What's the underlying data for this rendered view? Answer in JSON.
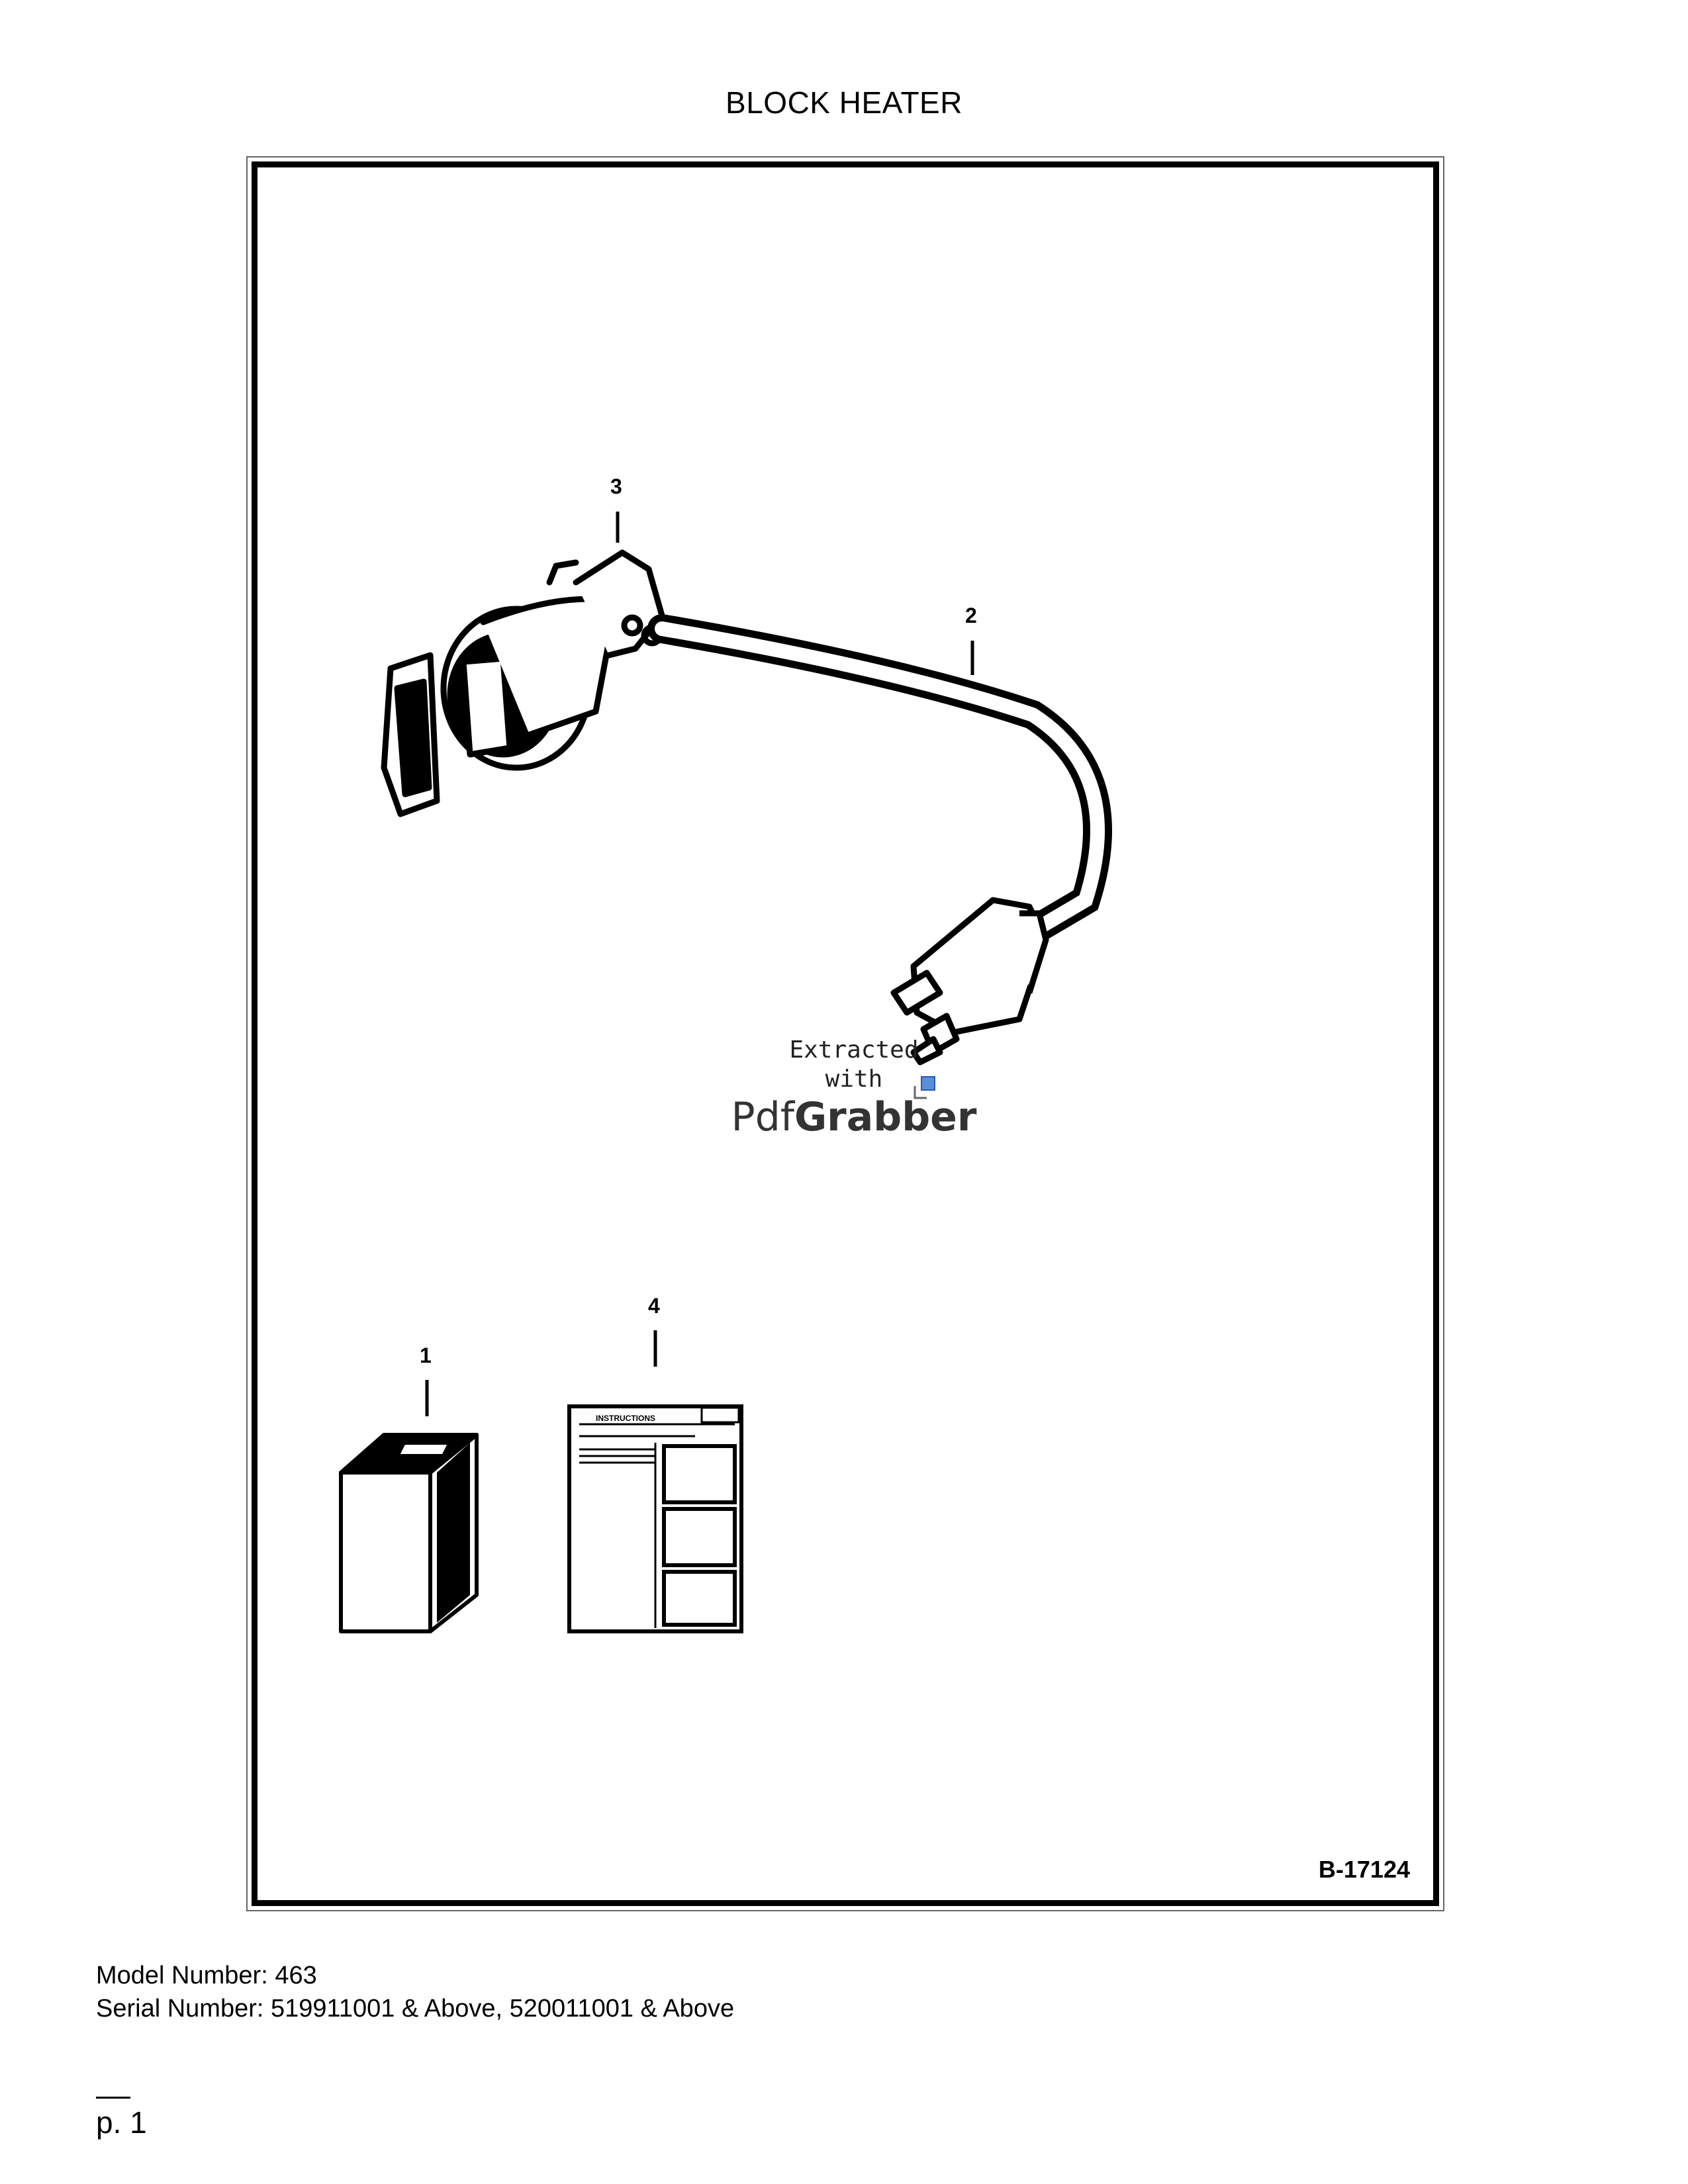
{
  "page": {
    "title": "BLOCK HEATER",
    "figure_code": "B-17124",
    "callouts": [
      "1",
      "2",
      "3",
      "4"
    ],
    "sheet_title": "INSTRUCTIONS"
  },
  "watermark": {
    "line1": "Extracted",
    "line2": "with",
    "logo_light": "Pdf",
    "logo_bold": "Grabber"
  },
  "footer": {
    "model_number": "Model Number: 463",
    "serial_number": "Serial Number: 519911001 & Above, 520011001 & Above",
    "page_number": "p. 1"
  }
}
